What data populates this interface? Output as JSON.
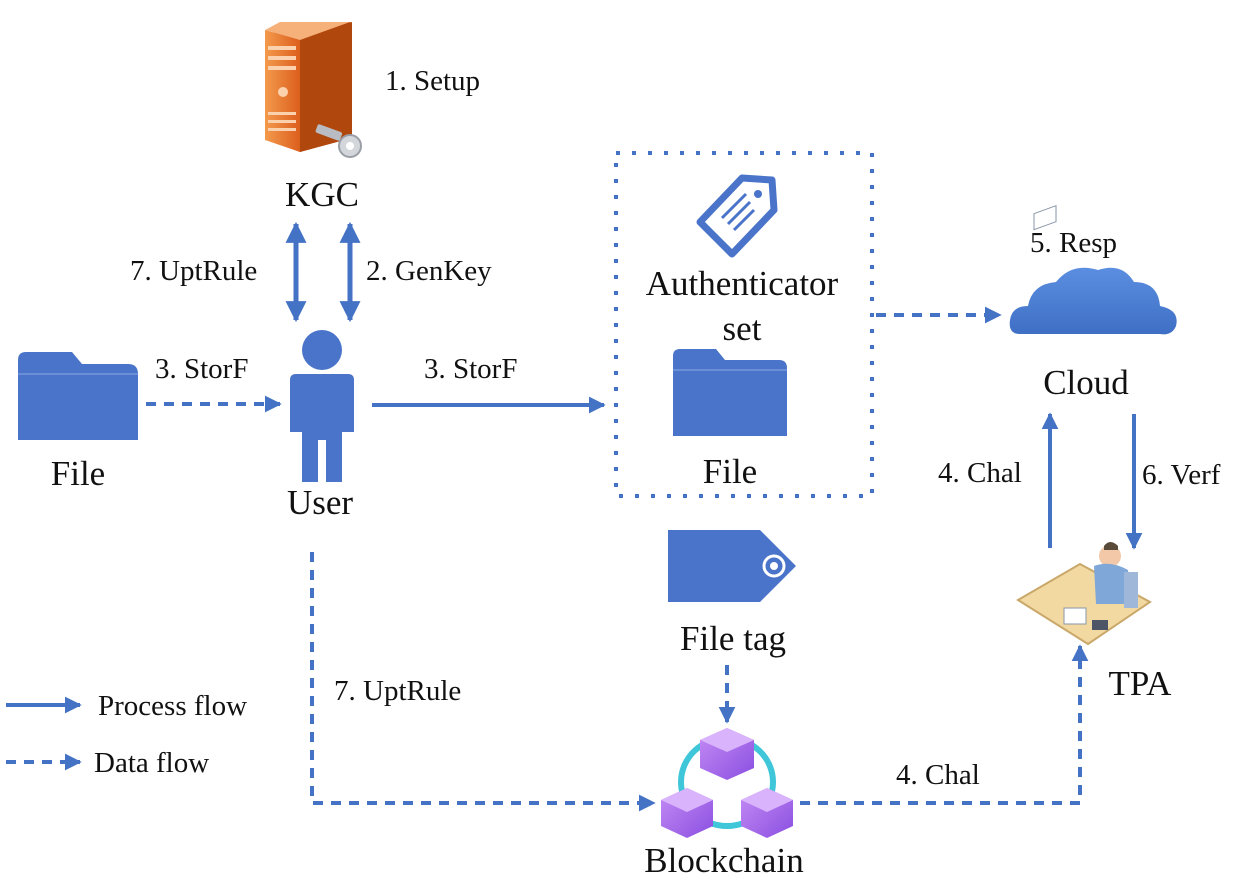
{
  "nodes": {
    "kgc": "KGC",
    "file_left": "File",
    "user": "User",
    "authenticator_line1": "Authenticator",
    "authenticator_line2": "set",
    "file_inner": "File",
    "cloud": "Cloud",
    "file_tag": "File tag",
    "tpa": "TPA",
    "blockchain": "Blockchain"
  },
  "edges": {
    "setup": "1. Setup",
    "genkey": "2. GenKey",
    "uptrule_top": "7. UptRule",
    "storf_left": "3. StorF",
    "storf_mid": "3. StorF",
    "resp": "5. Resp",
    "chal_up": "4. Chal",
    "verf": "6. Verf",
    "uptrule_bottom": "7. UptRule",
    "chal_bottom": "4. Chal"
  },
  "legend": {
    "process_flow": "Process flow",
    "data_flow": "Data flow"
  },
  "colors": {
    "flow": "#4472c4",
    "icon_blue": "#4a74c9",
    "server_orange": "#e8732a",
    "block_purple": "#9b5de5",
    "ring_cyan": "#3fc6d8"
  }
}
